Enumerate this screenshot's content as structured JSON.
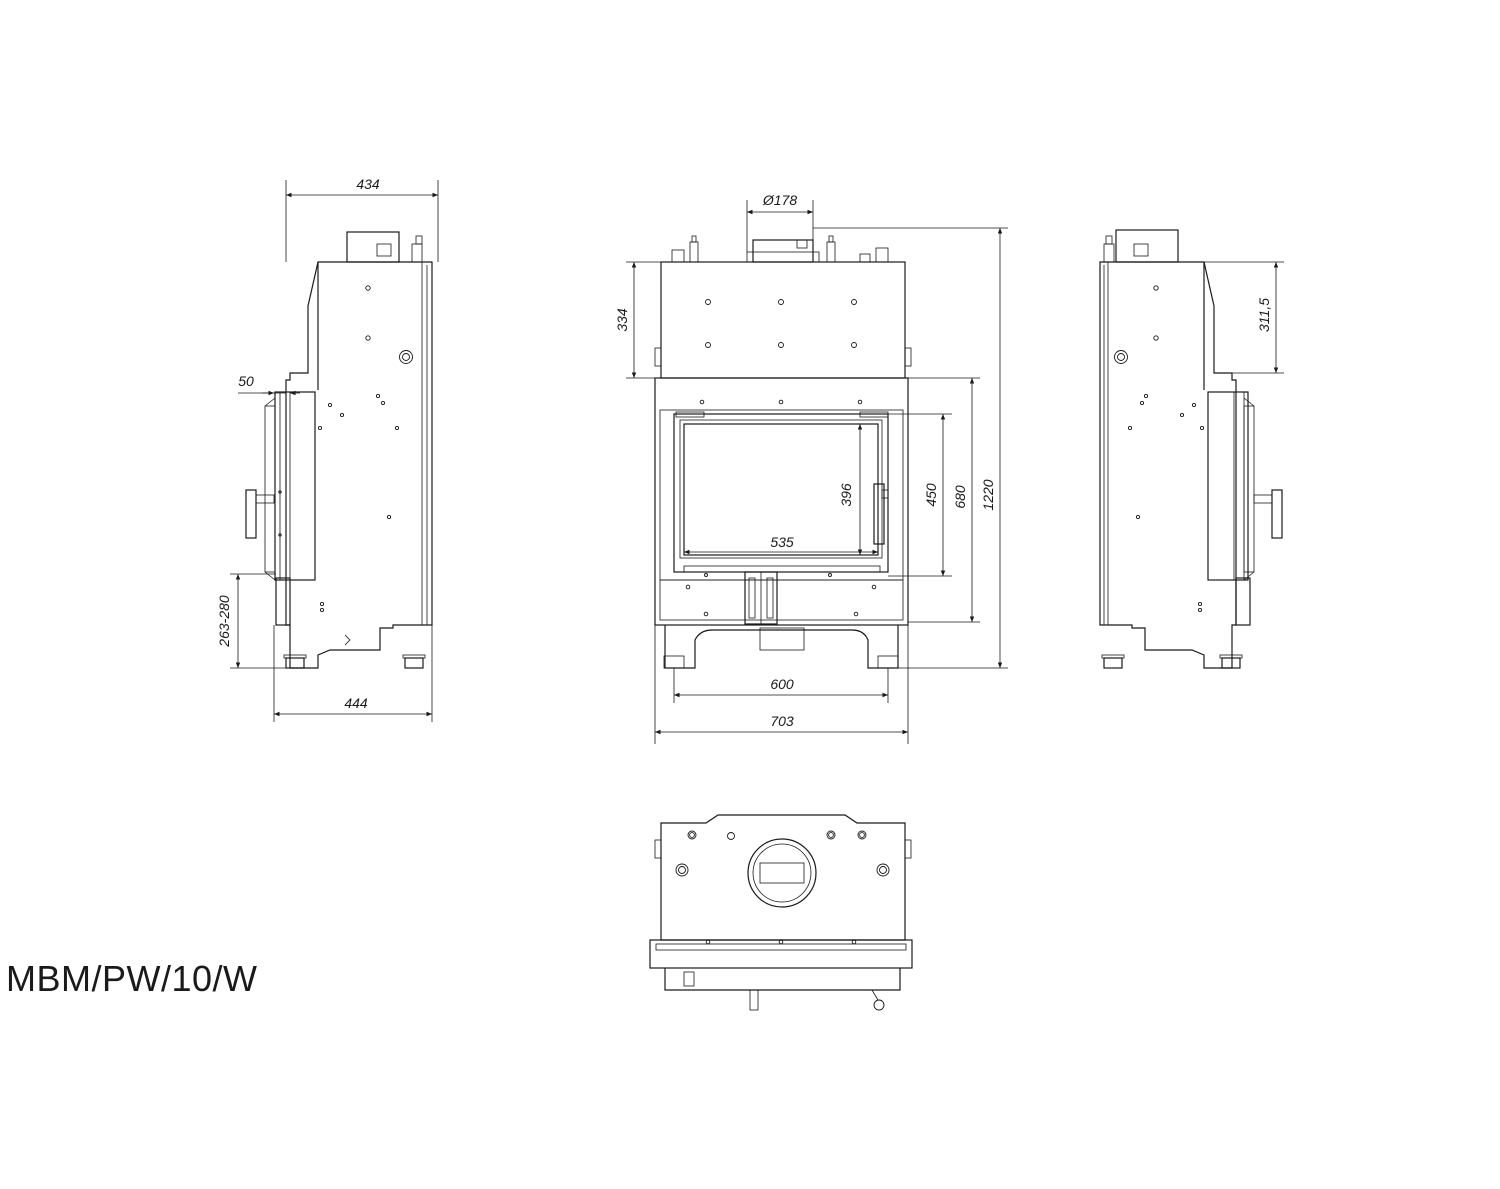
{
  "model_name": "MBM/PW/10/W",
  "dimensions": {
    "side_depth_top": "434",
    "side_offset": "50",
    "side_leg_height": "263-280",
    "side_depth_bottom": "444",
    "flue_diameter": "Ø178",
    "top_section_height": "334",
    "glass_height": "396",
    "door_height": "450",
    "front_frame_height": "680",
    "total_height": "1220",
    "glass_width": "535",
    "leg_spacing": "600",
    "total_width": "703",
    "right_top_height": "311,5"
  },
  "colors": {
    "line": "#1a1a1a",
    "background": "#ffffff"
  }
}
